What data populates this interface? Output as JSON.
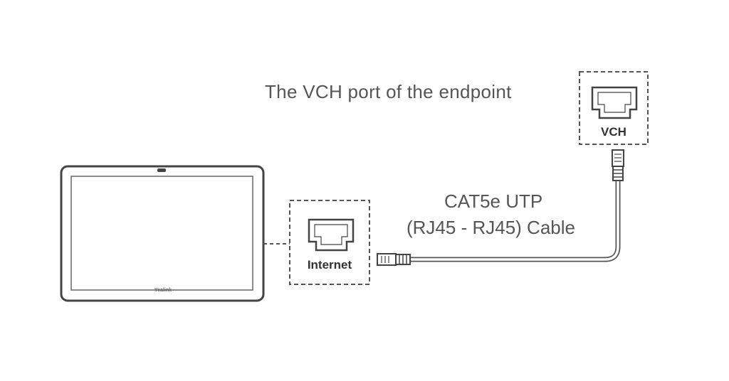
{
  "caption_vch_port": "The VCH port of the endpoint",
  "cable": {
    "line1": "CAT5e UTP",
    "line2": "(RJ45 - RJ45) Cable"
  },
  "ports": {
    "internet": "Internet",
    "vch": "VCH"
  },
  "device": {
    "brand": "Yealink"
  },
  "colors": {
    "stroke": "#555555",
    "text": "#555555",
    "background": "#ffffff"
  }
}
